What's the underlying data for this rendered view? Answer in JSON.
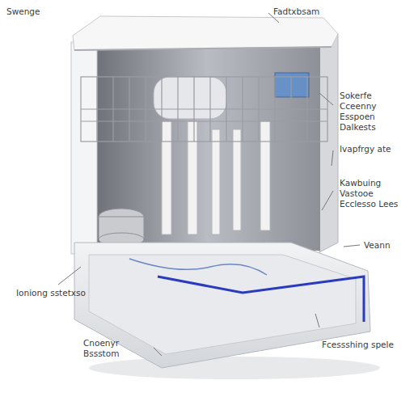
{
  "diagram": {
    "labels": [
      "Swenge",
      "Fadtxbsam",
      "Sokerfe Cceenny Esspoen Dalkests",
      "Ivapfrgy ate",
      "Kawbuing Vastooe Ecclesso Lees",
      "Veann",
      "Ioniong sstetxso",
      "Cnoenyr Bssstom",
      "Fcessshing spele"
    ]
  }
}
